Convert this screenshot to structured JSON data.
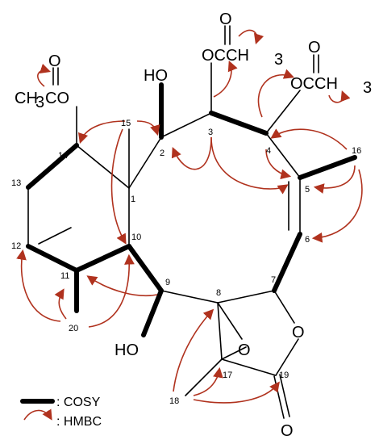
{
  "groups": {
    "oac_c3_o": "O",
    "oac_c3_grp": "OCCH",
    "oac_c3_sub": "3",
    "oac_c4_o": "O",
    "oac_c4_grp": "OCCH",
    "oac_c4_sub": "3",
    "oac_c14_o": "O",
    "oac_c14_grp_a": "CH",
    "oac_c14_sub": "3",
    "oac_c14_grp_b": "CO",
    "oh_c2": "HO",
    "oh_c9": "HO",
    "epox_o": "O",
    "lactone_o": "O",
    "carbonyl_o": "O"
  },
  "atom_numbers": {
    "n1": "1",
    "n2": "2",
    "n3": "3",
    "n4": "4",
    "n5": "5",
    "n6": "6",
    "n7": "7",
    "n8": "8",
    "n9": "9",
    "n10": "10",
    "n11": "11",
    "n12": "12",
    "n13": "13",
    "n14": "14",
    "n15": "15",
    "n16": "16",
    "n17": "17",
    "n18": "18",
    "n19": "19",
    "n20": "20"
  },
  "legend": {
    "cosy": ": COSY",
    "hmbc": ": HMBC"
  },
  "colors": {
    "hmbc_arrow": "#b0321e",
    "bond": "#000000"
  }
}
